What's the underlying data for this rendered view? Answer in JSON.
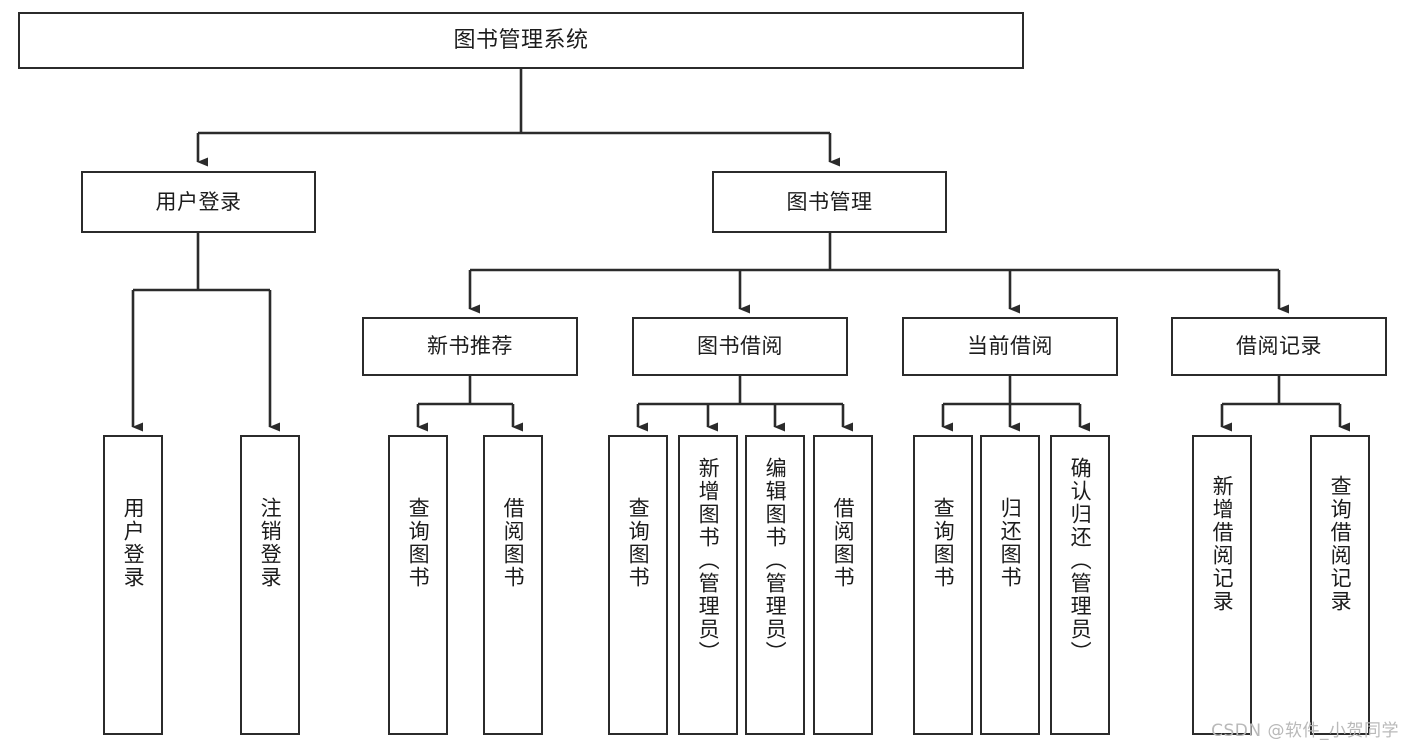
{
  "diagram": {
    "title": "图书管理系统",
    "type": "tree-hierarchy-chart",
    "watermark": "CSDN @软件_小贺同学",
    "colors": {
      "stroke": "#2b2b2b",
      "fill": "#ffffff",
      "text": "#1c1c1c",
      "watermark": "#b9b9b9"
    },
    "levels": {
      "root": "图书管理系统",
      "level2": [
        "用户登录",
        "图书管理"
      ],
      "level3": [
        "新书推荐",
        "图书借阅",
        "当前借阅",
        "借阅记录"
      ]
    },
    "nodes": {
      "root": {
        "label": "图书管理系统"
      },
      "user_login": {
        "label": "用户登录"
      },
      "book_mgmt": {
        "label": "图书管理"
      },
      "new_book_rec": {
        "label": "新书推荐"
      },
      "book_borrow": {
        "label": "图书借阅"
      },
      "current_borrow": {
        "label": "当前借阅"
      },
      "borrow_record": {
        "label": "借阅记录"
      },
      "leaf_user_login": {
        "label": "用户登录"
      },
      "leaf_logout": {
        "label": "注销登录"
      },
      "leaf_query_book_1": {
        "label": "查询图书"
      },
      "leaf_borrow_book_1": {
        "label": "借阅图书"
      },
      "leaf_query_book_2": {
        "label": "查询图书"
      },
      "leaf_add_book": {
        "label": "新增图书（管理员）"
      },
      "leaf_edit_book": {
        "label": "编辑图书（管理员）"
      },
      "leaf_borrow_book_2": {
        "label": "借阅图书"
      },
      "leaf_query_book_3": {
        "label": "查询图书"
      },
      "leaf_return_book": {
        "label": "归还图书"
      },
      "leaf_confirm_return": {
        "label": "确认归还（管理员）"
      },
      "leaf_add_record": {
        "label": "新增借阅记录"
      },
      "leaf_query_record": {
        "label": "查询借阅记录"
      }
    },
    "edges": [
      {
        "from": "root",
        "to": "user_login"
      },
      {
        "from": "root",
        "to": "book_mgmt"
      },
      {
        "from": "user_login",
        "to": "leaf_user_login"
      },
      {
        "from": "user_login",
        "to": "leaf_logout"
      },
      {
        "from": "book_mgmt",
        "to": "new_book_rec"
      },
      {
        "from": "book_mgmt",
        "to": "book_borrow"
      },
      {
        "from": "book_mgmt",
        "to": "current_borrow"
      },
      {
        "from": "book_mgmt",
        "to": "borrow_record"
      },
      {
        "from": "new_book_rec",
        "to": "leaf_query_book_1"
      },
      {
        "from": "new_book_rec",
        "to": "leaf_borrow_book_1"
      },
      {
        "from": "book_borrow",
        "to": "leaf_query_book_2"
      },
      {
        "from": "book_borrow",
        "to": "leaf_add_book"
      },
      {
        "from": "book_borrow",
        "to": "leaf_edit_book"
      },
      {
        "from": "book_borrow",
        "to": "leaf_borrow_book_2"
      },
      {
        "from": "current_borrow",
        "to": "leaf_query_book_3"
      },
      {
        "from": "current_borrow",
        "to": "leaf_return_book"
      },
      {
        "from": "current_borrow",
        "to": "leaf_confirm_return"
      },
      {
        "from": "borrow_record",
        "to": "leaf_add_record"
      },
      {
        "from": "borrow_record",
        "to": "leaf_query_record"
      }
    ]
  }
}
